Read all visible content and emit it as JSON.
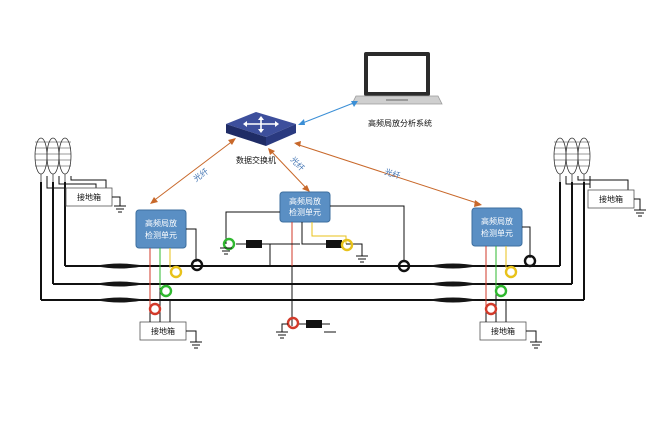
{
  "switch_label": "数据交换机",
  "analysis_label": "高频局放分析系统",
  "fiber_label": "光纤",
  "detection_unit": {
    "line1": "高频局放",
    "line2": "检测单元"
  },
  "grounding_box_label": "接地箱",
  "colors": {
    "unit_fill": "#5a8fc4",
    "unit_stroke": "#3d6f9f",
    "fiber_orange": "#c8682a",
    "link_blue": "#3b8fd6",
    "ct_red": "#d23a2a",
    "ct_green": "#2fb82f",
    "ct_yellow": "#e8c21a",
    "cable": "#111111"
  },
  "icons": [
    "laptop-icon",
    "network-switch-icon",
    "cable-termination-icon",
    "current-transformer-icon",
    "ground-icon",
    "resistor-icon"
  ]
}
